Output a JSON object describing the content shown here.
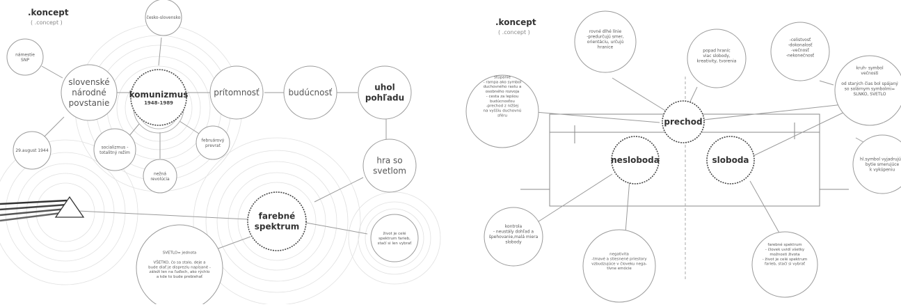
{
  "left": {
    "title": ".koncept",
    "subtitle": "( .concept )",
    "nodes": {
      "namestie": [
        "námestie",
        "SNP"
      ],
      "snp": [
        "slovenské",
        "národné",
        "povstanie"
      ],
      "august": [
        "29.august 1944"
      ],
      "cesko": [
        "česko-slovensko"
      ],
      "komunizmus": [
        "komunizmus"
      ],
      "komunizmus_years": "1948-1989",
      "socializmus": [
        "socializmus -",
        "totalitný režim"
      ],
      "nezna": [
        "nežná",
        "revolúcia"
      ],
      "februarovy": [
        "februárový",
        "prevrat"
      ],
      "pritomnost": [
        "prítomnosť"
      ],
      "buducnost": [
        "budúcnosť"
      ],
      "uhol": [
        "uhol",
        "pohľadu"
      ],
      "hra": [
        "hra so",
        "svetlom"
      ],
      "farebne": [
        "farebné",
        "spektrum"
      ],
      "zivot": [
        "život je celé",
        "spektrum farieb,",
        "stačí si len vybrať"
      ],
      "svetlo": [
        "SVETLO= jednota",
        "",
        "VŠETKO, čo sa stalo, deje a",
        "bude diať je disprezlu napísané -",
        "záleží len na ľuďoch, ako rýchlo",
        "a kde to bude prebiehať"
      ]
    }
  },
  "right": {
    "title": ".koncept",
    "subtitle": "( .concept )",
    "nodes": {
      "rovne": [
        "rovné dlhé línie",
        "-predurčujú smer,",
        "orientáciu, určujú",
        "hranice"
      ],
      "popad": [
        "popad hraníc",
        "viac slobody,",
        "kreativity, tvorenia"
      ],
      "celistvost": [
        "-celistvosť",
        "-dokonalosť",
        "-večnosť",
        "-nekonečnosť"
      ],
      "kruh": [
        "kruh- symbol",
        "večnosti",
        "",
        "od starých čias bol spájaný",
        "so solárnym symbolmi=",
        "SLNKO, SVETLO"
      ],
      "stupanie": [
        "stúpanie",
        "- rampa ako symbol",
        "duchovného rastu a",
        "osobného rozvoja",
        "- cesta za lepšou",
        "budúcnosťou",
        "-prechod z nižšej",
        "na vyššiu duchovnú",
        "sféru"
      ],
      "prechod": [
        "prechod"
      ],
      "nesloboda": [
        "nesloboda"
      ],
      "sloboda": [
        "sloboda"
      ],
      "hl_symbol": [
        "hl.symbol vyjadrujúci",
        "bytie smerujúce",
        "k vykúpeniu"
      ],
      "kontrola": [
        "kontrola",
        "- neustály dohľad a",
        "špehovanie,malá miera",
        "slobody"
      ],
      "negativita": [
        "negativita",
        "-tmavé a stiesnené priestory",
        "vzbudzujúce v človeku nega-",
        "tívne emócie"
      ],
      "farebne": [
        "farebné spektrum",
        "- človek uvidí všetky",
        "možnosti života",
        "- život je celé spektrum",
        "farieb, stačí si vybrať"
      ]
    }
  }
}
